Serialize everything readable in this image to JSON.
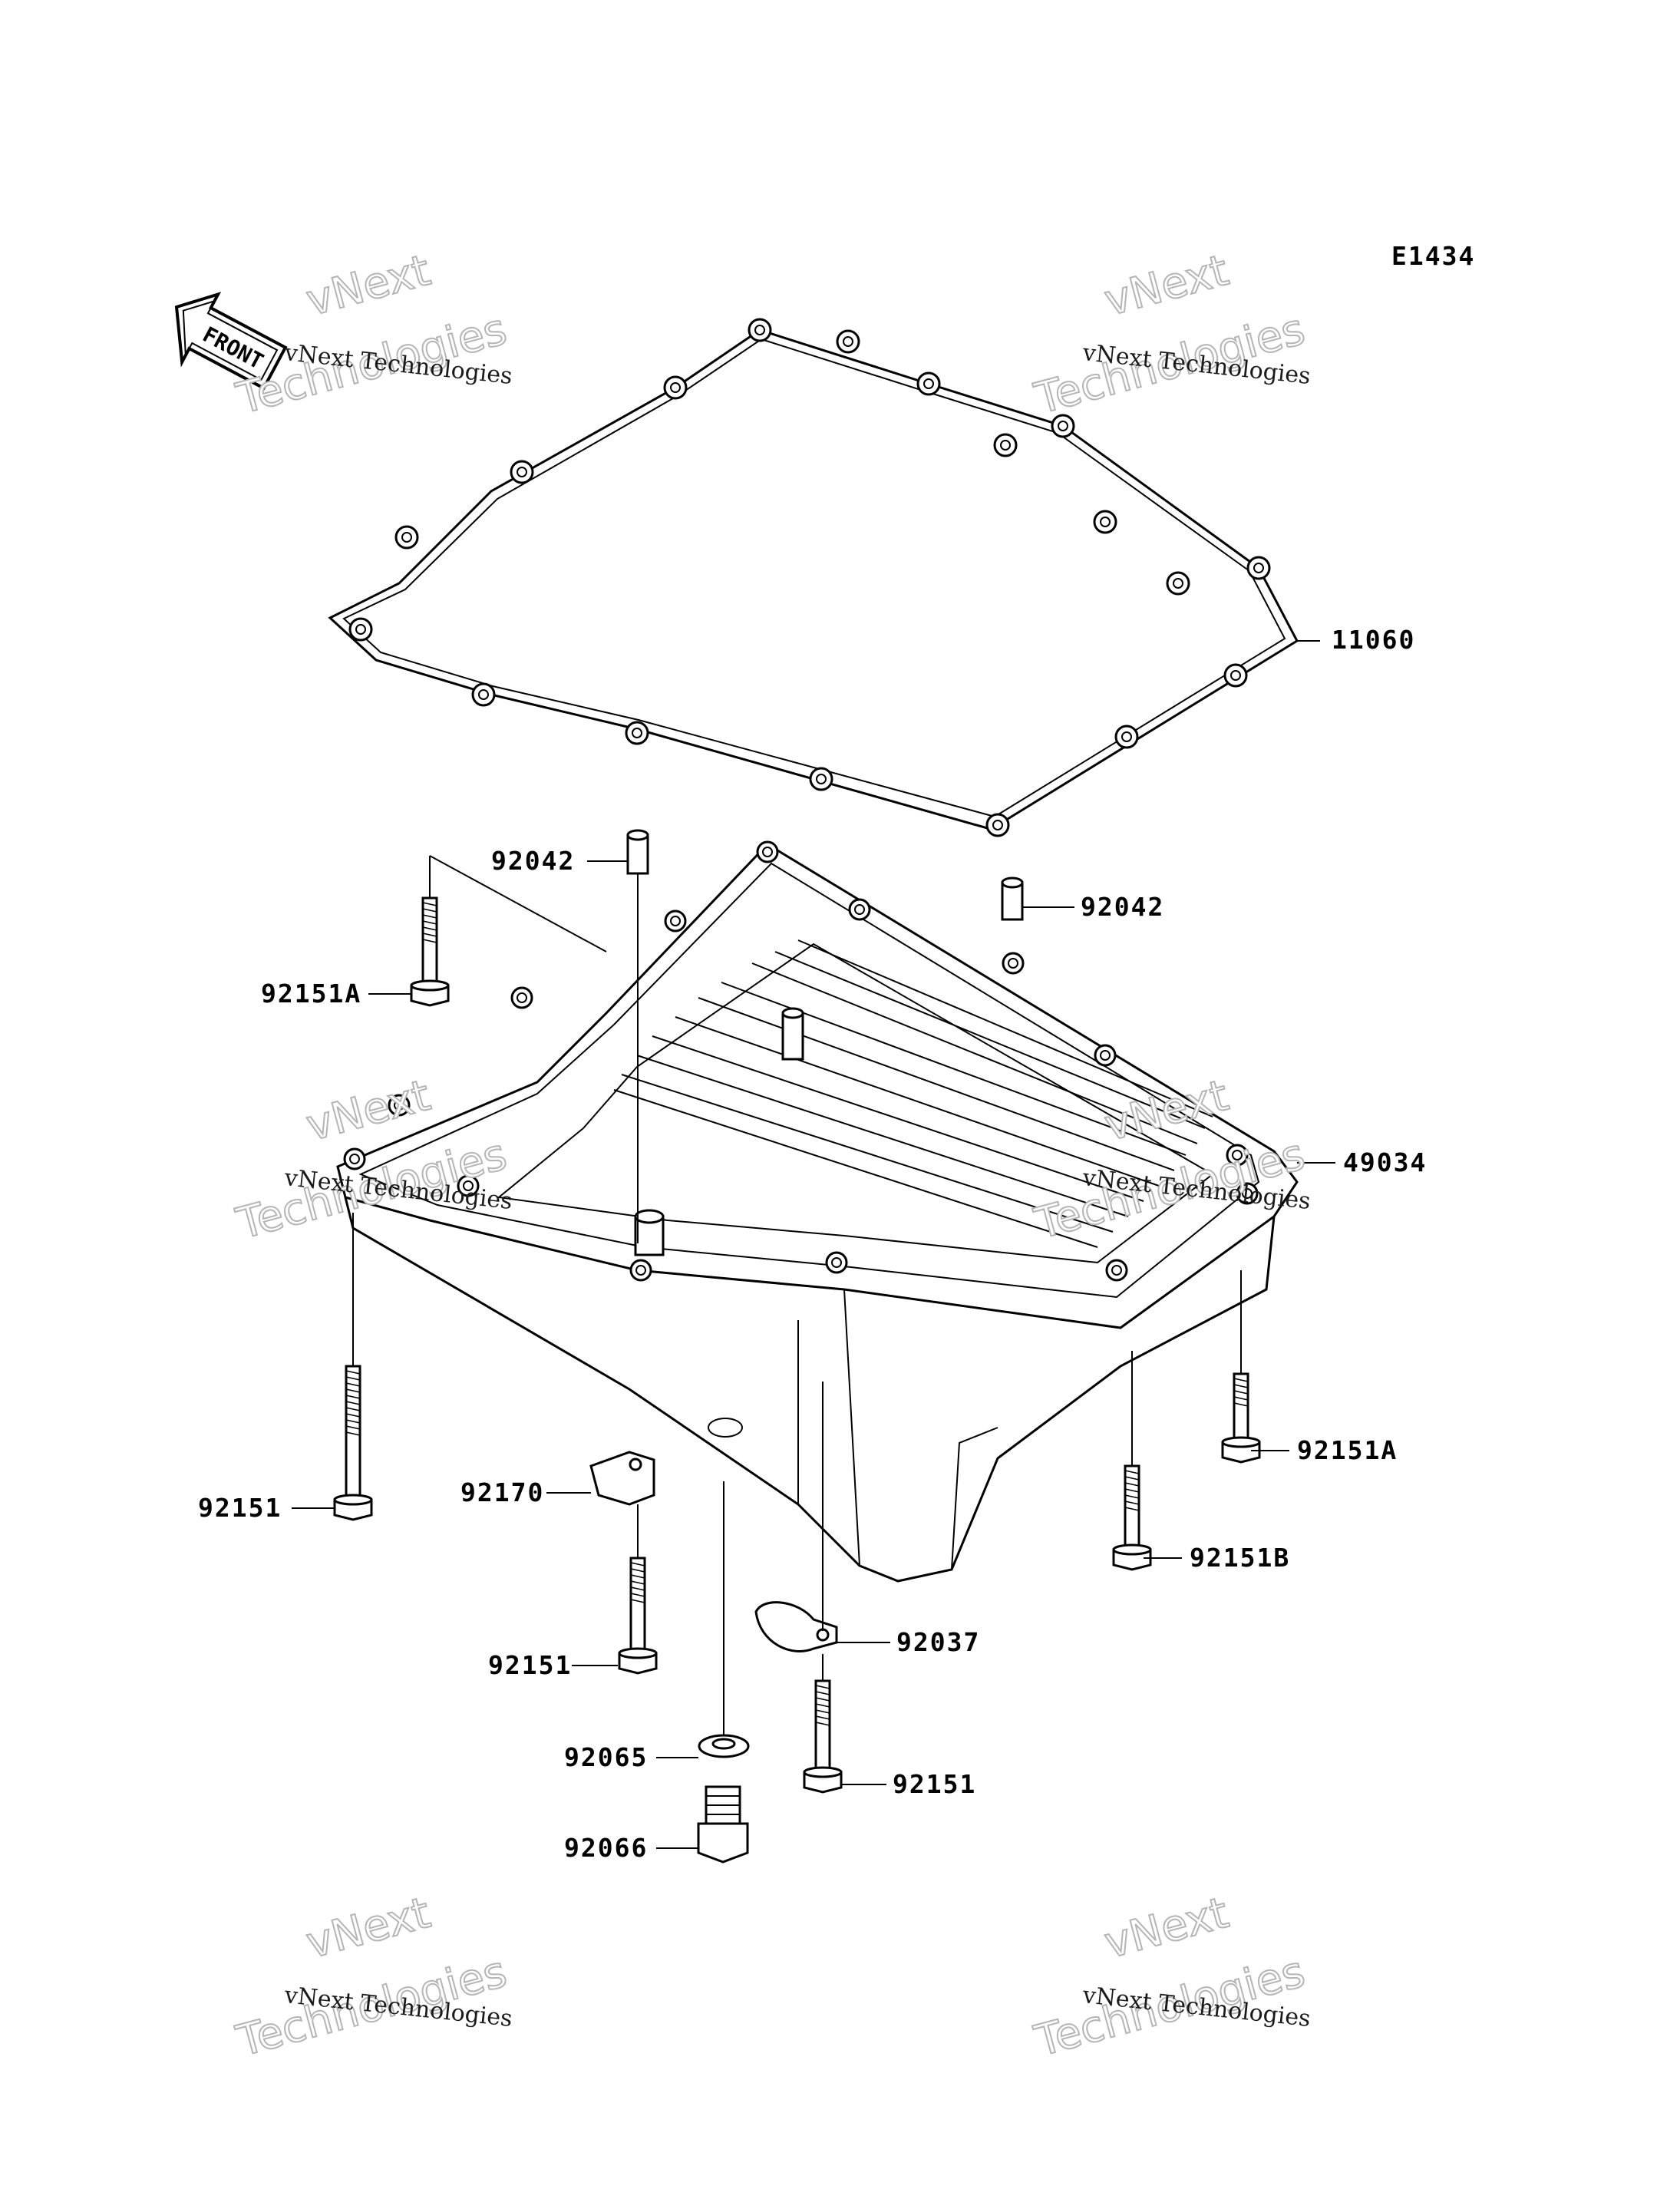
{
  "diagram_code": "E1434",
  "front_label": "FRONT",
  "watermark": {
    "small": "vNext Technologies",
    "big_line1": "vNext",
    "big_line2": "Technologies"
  },
  "parts": {
    "gasket": "11060",
    "oil_pan": "49034",
    "dowel_pin_left": "92042",
    "dowel_pin_right": "92042",
    "bolt_a_left": "92151A",
    "bolt_a_right": "92151A",
    "bolt_b": "92151B",
    "bolt_left": "92151",
    "bolt_center": "92151",
    "bolt_right": "92151",
    "clamp_left": "92170",
    "clamp_right": "92037",
    "washer": "92065",
    "drain_plug": "92066"
  }
}
